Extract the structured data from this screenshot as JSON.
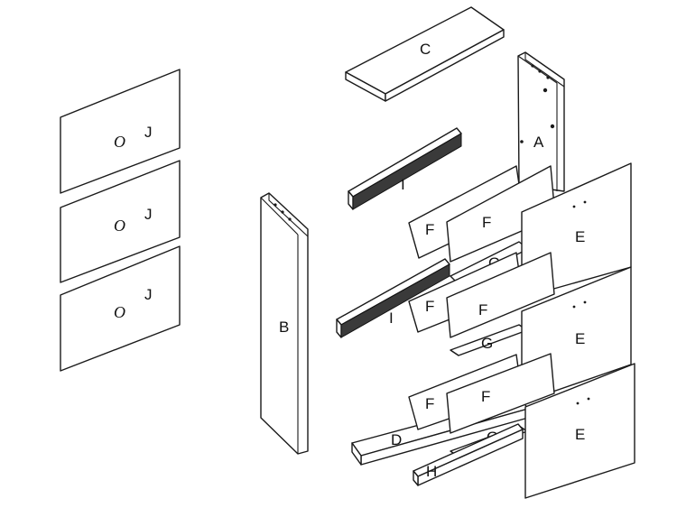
{
  "diagram": {
    "labels": {
      "a": "A",
      "b": "B",
      "c": "C",
      "d": "D",
      "e": "E",
      "f": "F",
      "g": "G",
      "h": "H",
      "i": "I",
      "j": "J",
      "knob": "O"
    }
  }
}
